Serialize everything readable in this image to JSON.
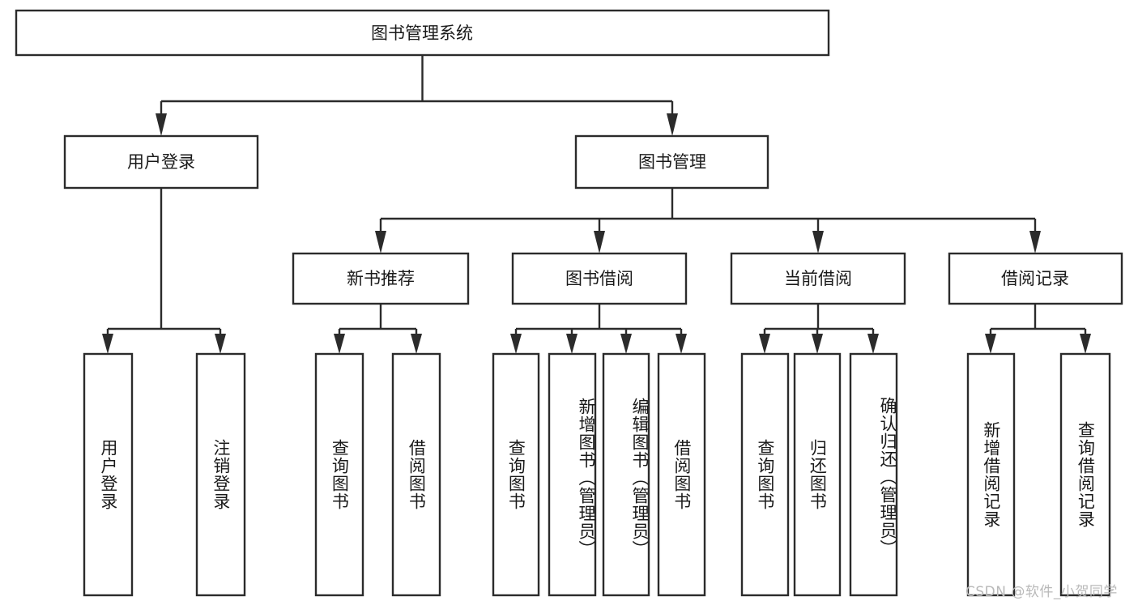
{
  "diagram": {
    "title": "图书管理系统",
    "type": "hierarchy-tree",
    "orientation": "top-down",
    "levels": 4,
    "root": {
      "id": "root",
      "label": "图书管理系统",
      "text_orientation": "horizontal"
    },
    "level2": [
      {
        "id": "user-login",
        "label": "用户登录",
        "text_orientation": "horizontal"
      },
      {
        "id": "book-manage",
        "label": "图书管理",
        "text_orientation": "horizontal"
      }
    ],
    "level3": [
      {
        "id": "new-book-rec",
        "label": "新书推荐",
        "parent": "book-manage",
        "text_orientation": "horizontal"
      },
      {
        "id": "book-borrow",
        "label": "图书借阅",
        "parent": "book-manage",
        "text_orientation": "horizontal"
      },
      {
        "id": "current-borrow",
        "label": "当前借阅",
        "parent": "book-manage",
        "text_orientation": "horizontal"
      },
      {
        "id": "borrow-record",
        "label": "借阅记录",
        "parent": "book-manage",
        "text_orientation": "horizontal"
      }
    ],
    "leaves": [
      {
        "id": "leaf-user-login",
        "label": "用户登录",
        "parent": "user-login",
        "text_orientation": "vertical"
      },
      {
        "id": "leaf-user-logout",
        "label": "注销登录",
        "parent": "user-login",
        "text_orientation": "vertical"
      },
      {
        "id": "leaf-query-book-rec",
        "label": "查询图书",
        "parent": "new-book-rec",
        "text_orientation": "vertical"
      },
      {
        "id": "leaf-borrow-book-rec",
        "label": "借阅图书",
        "parent": "new-book-rec",
        "text_orientation": "vertical"
      },
      {
        "id": "leaf-query-book-borrow",
        "label": "查询图书",
        "parent": "book-borrow",
        "text_orientation": "vertical"
      },
      {
        "id": "leaf-add-book",
        "label": "新增图书（管理员）",
        "parent": "book-borrow",
        "text_orientation": "vertical"
      },
      {
        "id": "leaf-edit-book",
        "label": "编辑图书（管理员）",
        "parent": "book-borrow",
        "text_orientation": "vertical"
      },
      {
        "id": "leaf-borrow-book",
        "label": "借阅图书",
        "parent": "book-borrow",
        "text_orientation": "vertical"
      },
      {
        "id": "leaf-query-book-current",
        "label": "查询图书",
        "parent": "current-borrow",
        "text_orientation": "vertical"
      },
      {
        "id": "leaf-return-book",
        "label": "归还图书",
        "parent": "current-borrow",
        "text_orientation": "vertical"
      },
      {
        "id": "leaf-confirm-return",
        "label": "确认归还（管理员）",
        "parent": "current-borrow",
        "text_orientation": "vertical"
      },
      {
        "id": "leaf-add-record",
        "label": "新增借阅记录",
        "parent": "borrow-record",
        "text_orientation": "vertical"
      },
      {
        "id": "leaf-query-record",
        "label": "查询借阅记录",
        "parent": "borrow-record",
        "text_orientation": "vertical"
      }
    ],
    "colors": {
      "stroke": "#2b2b2b",
      "fill": "#ffffff",
      "text": "#1a1a1a",
      "background": "#ffffff",
      "watermark": "#b9b9b9"
    }
  },
  "watermark": {
    "text": "CSDN @软件_小贺同学"
  }
}
